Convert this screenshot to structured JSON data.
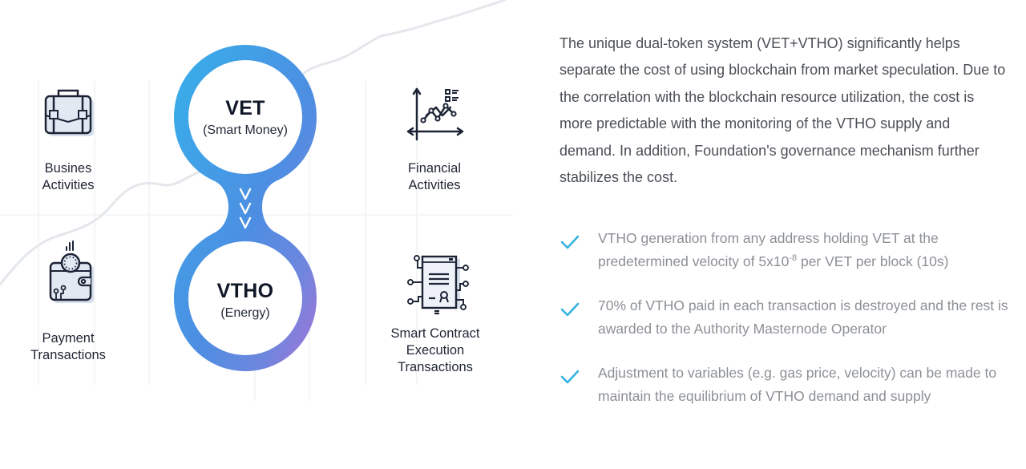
{
  "diagram": {
    "tokens": {
      "vet": {
        "name": "VET",
        "subtitle": "(Smart Money)"
      },
      "vtho": {
        "name": "VTHO",
        "subtitle": "(Energy)"
      },
      "flow_symbol": "V"
    },
    "activities": [
      {
        "label_line1": "Busines",
        "label_line2": "Activities",
        "icon": "briefcase-icon"
      },
      {
        "label_line1": "Financial",
        "label_line2": "Activities",
        "icon": "chart-icon"
      },
      {
        "label_line1": "Payment",
        "label_line2": "Transactions",
        "icon": "wallet-coin-icon"
      },
      {
        "label_line1": "Smart Contract",
        "label_line2": "Execution",
        "label_line3": "Transactions",
        "icon": "contract-document-icon"
      }
    ],
    "colors": {
      "ring_start": "#3aa8e6",
      "ring_mid": "#4a8fe0",
      "ring_end": "#a274d6",
      "icon_stroke": "#1c2335",
      "icon_fill": "#d8e1ee",
      "grid": "#f0f1f3",
      "curve": "#e6e8ec"
    }
  },
  "description": {
    "intro": "The unique dual-token system (VET+VTHO) significantly helps separate the cost of using blockchain from market speculation. Due to the correlation with the blockchain resource utilization, the cost is more predictable with the monitoring of the VTHO supply and demand. In addition, Foundation's governance mechanism further stabilizes the cost.",
    "checklist": [
      {
        "text_before": "VTHO generation from any address holding VET at the predetermined velocity of 5x10",
        "sup": "-8",
        "text_after": " per VET per block (10s)"
      },
      {
        "text": "70% of VTHO paid in each transaction is destroyed and the rest is awarded to the Authority Masternode Operator"
      },
      {
        "text": "Adjustment to variables (e.g. gas price, velocity) can be made to maintain the equilibrium of VTHO demand and supply"
      }
    ],
    "check_color": "#35b3e0"
  }
}
